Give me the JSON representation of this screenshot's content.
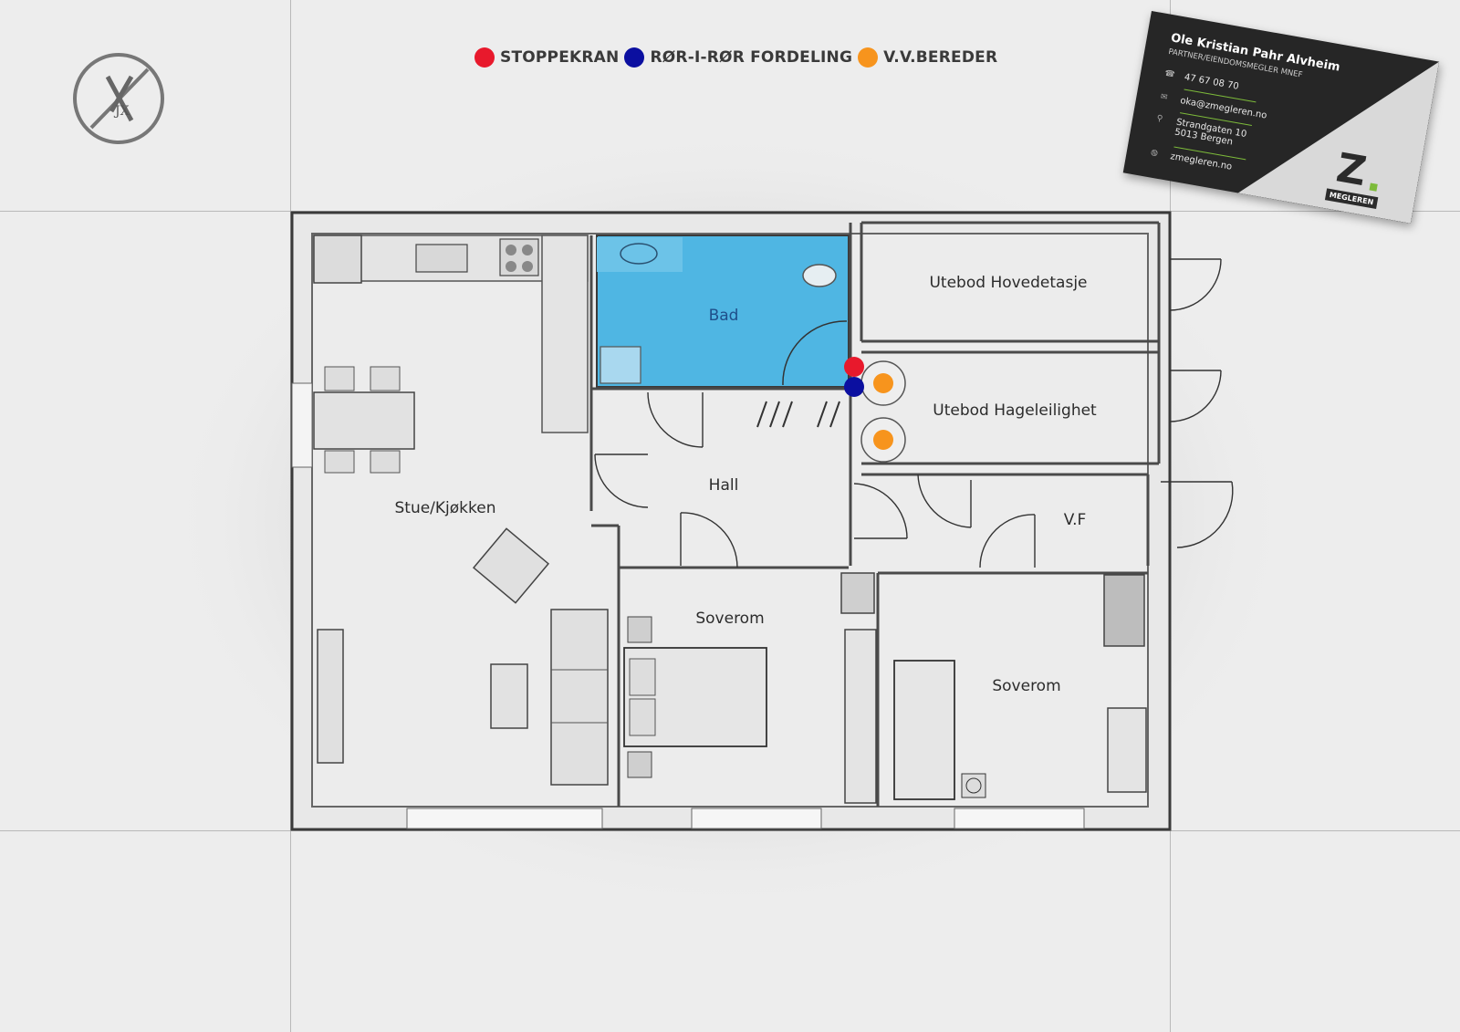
{
  "legend": [
    {
      "label": "STOPPEKRAN",
      "color": "#e8192c"
    },
    {
      "label": "RØR-I-RØR FORDELING",
      "color": "#0b0fa0"
    },
    {
      "label": "V.V.BEREDER",
      "color": "#f7941d"
    }
  ],
  "rooms": {
    "bad": "Bad",
    "utebod_hoved": "Utebod Hovedetasje",
    "utebod_hage": "Utebod Hageleilighet",
    "hall": "Hall",
    "vf": "V.F",
    "stue": "Stue/Kjøkken",
    "soverom_1": "Soverom",
    "soverom_2": "Soverom"
  },
  "card": {
    "name": "Ole Kristian Pahr Alvheim",
    "title": "PARTNER/EIENDOMSMEGLER MNEF",
    "phone": "47 67 08 70",
    "email": "oka@zmegleren.no",
    "address_line1": "Strandgaten 10",
    "address_line2": "5013 Bergen",
    "web": "zmegleren.no",
    "logo_letter": "Z",
    "logo_tag": "MEGLEREN"
  },
  "colors": {
    "bathroom": "#4fb6e3",
    "wall": "#3a3a3a"
  }
}
